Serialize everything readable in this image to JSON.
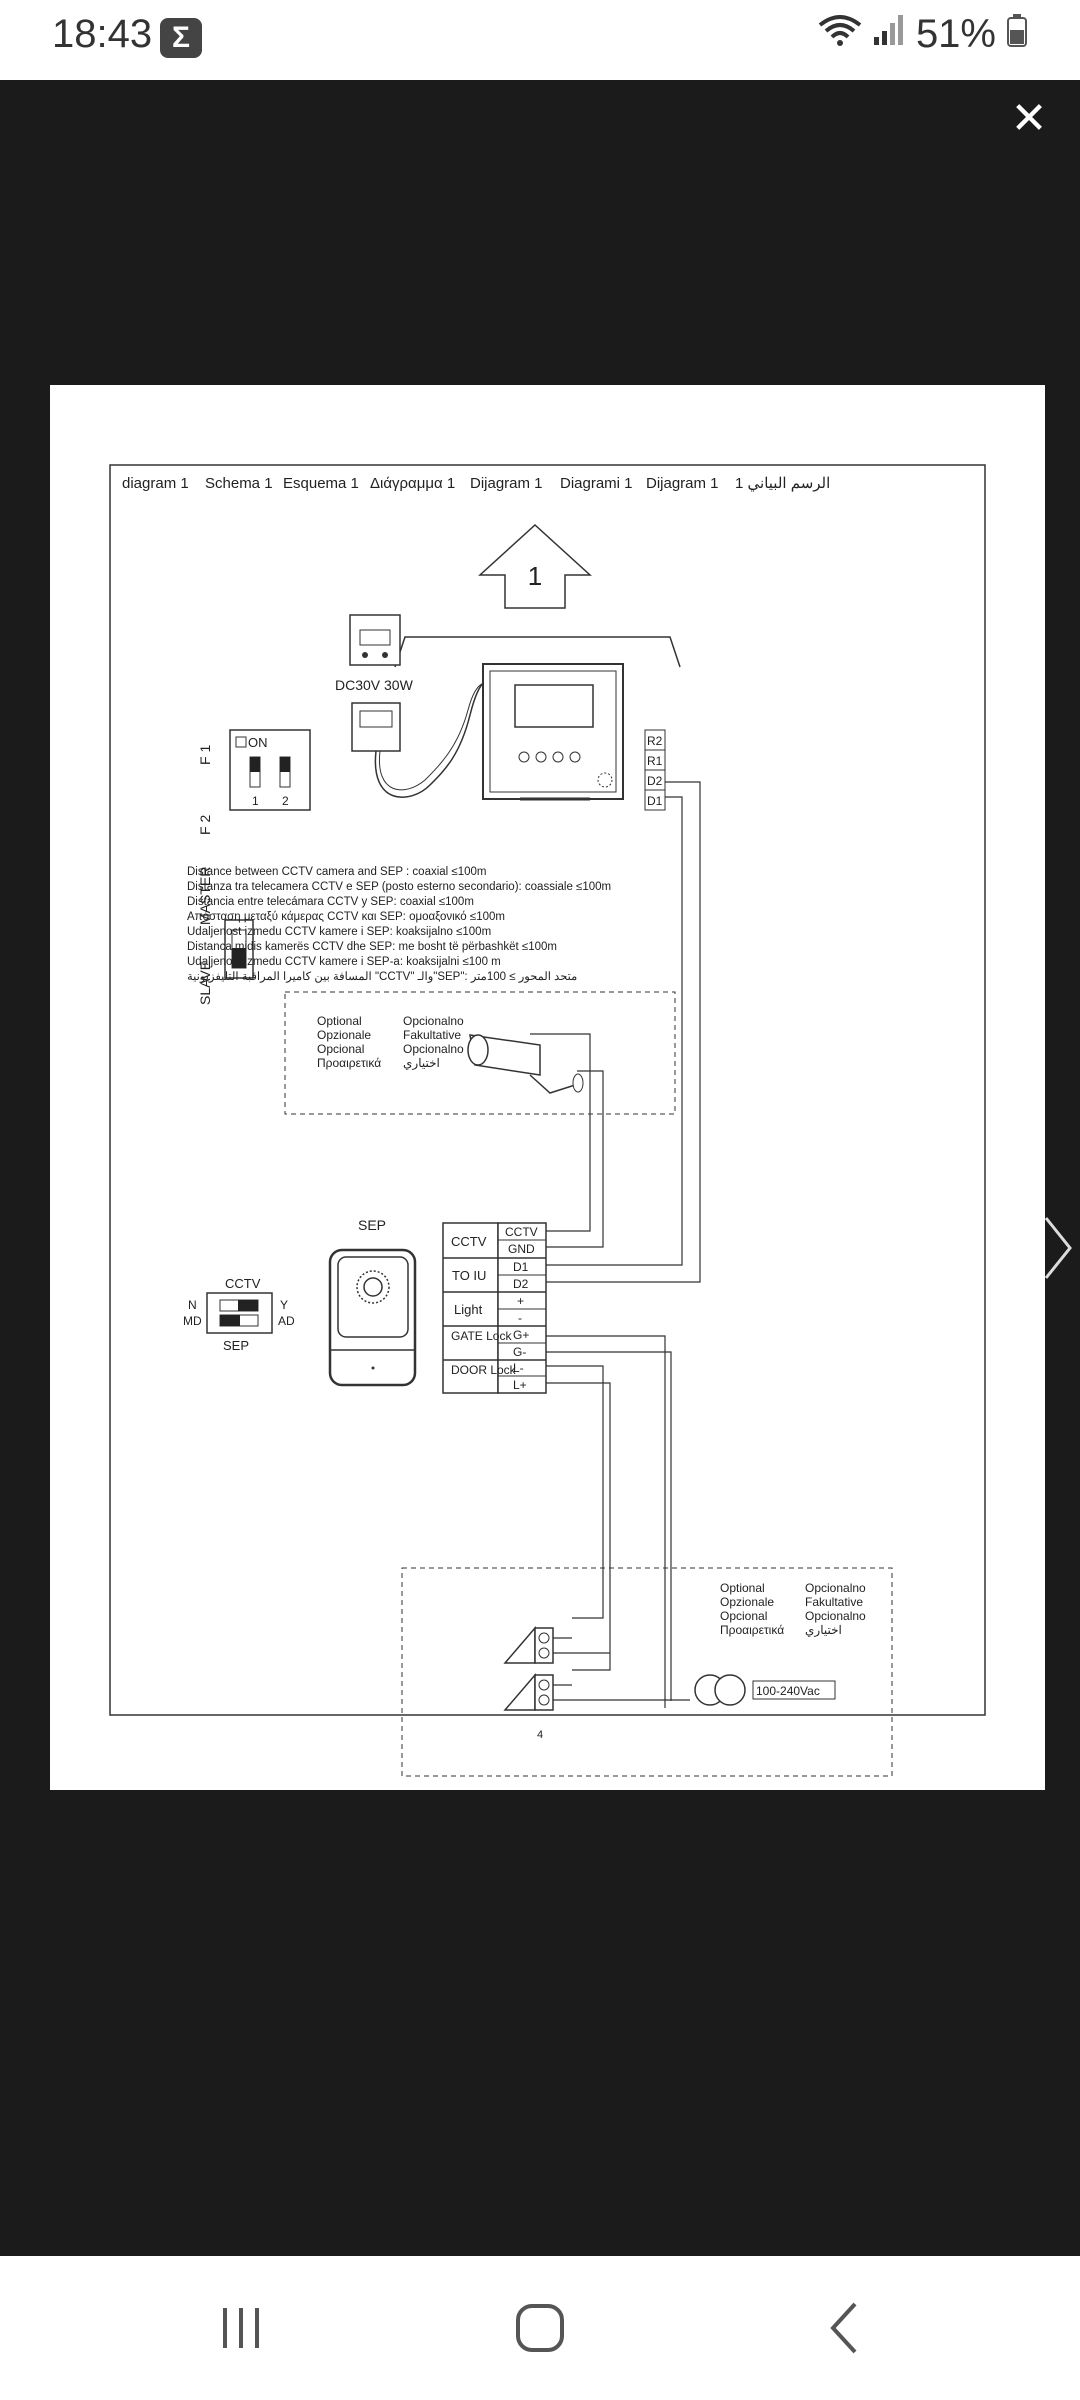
{
  "status_bar": {
    "time": "18:43",
    "notification_icon": "Σ",
    "battery": "51%"
  },
  "viewer": {
    "close_label": "✕"
  },
  "document": {
    "header_labels": [
      "diagram 1",
      "Schema 1",
      "Esquema 1",
      "Διάγραμμα 1",
      "Dijagram 1",
      "Diagrami 1",
      "Dijagram 1",
      "1 الرسم البياني"
    ],
    "callout_number": "1",
    "switch_f1": "F 1",
    "switch_f2": "F 2",
    "dip_on": "ON",
    "dip_1": "1",
    "dip_2": "2",
    "master": "MASTER",
    "slave": "SLAVE",
    "power_label": "DC30V 30W",
    "terminals_right": [
      "R2",
      "R1",
      "D2",
      "D1"
    ],
    "distance_notes": [
      "Distance between CCTV camera and SEP : coaxial ≤100m",
      "Distanza tra telecamera CCTV e SEP (posto esterno secondario): coassiale ≤100m",
      "Distancia entre telecámara CCTV y SEP: coaxial ≤100m",
      "Απόσταση μεταξύ κάμερας CCTV και SEP: ομοαξονικό ≤100m",
      "Udaljenost izmedu CCTV kamere i SEP: koaksijalno ≤100m",
      "Distanca midis kamerës CCTV dhe SEP: me bosht të përbashkët ≤100m",
      "Udaljenost izmedu CCTV kamere i SEP-a: koaksijalni ≤100 m",
      "المسافة بين كاميرا المراقبة التليفزيونية \"CCTV\" والـ\"SEP\": متحد المحور ≥ 100متر"
    ],
    "optional_a": [
      "Optional",
      "Opzionale",
      "Opcional",
      "Προαιρετικά"
    ],
    "optional_b": [
      "Opcionalno",
      "Fakultative",
      "Opcionalno",
      "اختياري"
    ],
    "sep_label": "SEP",
    "cctv_switch": {
      "top": "CCTV",
      "left_n": "N",
      "left_md": "MD",
      "right_y": "Y",
      "right_ad": "AD",
      "bottom": "SEP"
    },
    "block_left": [
      "CCTV",
      "TO IU",
      "Light",
      "GATE Lock",
      "DOOR Lock"
    ],
    "block_right": [
      "CCTV",
      "GND",
      "D1",
      "D2",
      "+",
      "-",
      "G+",
      "G-",
      "L-",
      "L+"
    ],
    "bottom_optional_a": [
      "Optional",
      "Opzionale",
      "Opcional",
      "Προαιρετικά"
    ],
    "bottom_optional_b": [
      "Opcionalno",
      "Fakultative",
      "Opcionalno",
      "اختياري"
    ],
    "transformer_label": "100-240Vac",
    "page_number": "4"
  }
}
